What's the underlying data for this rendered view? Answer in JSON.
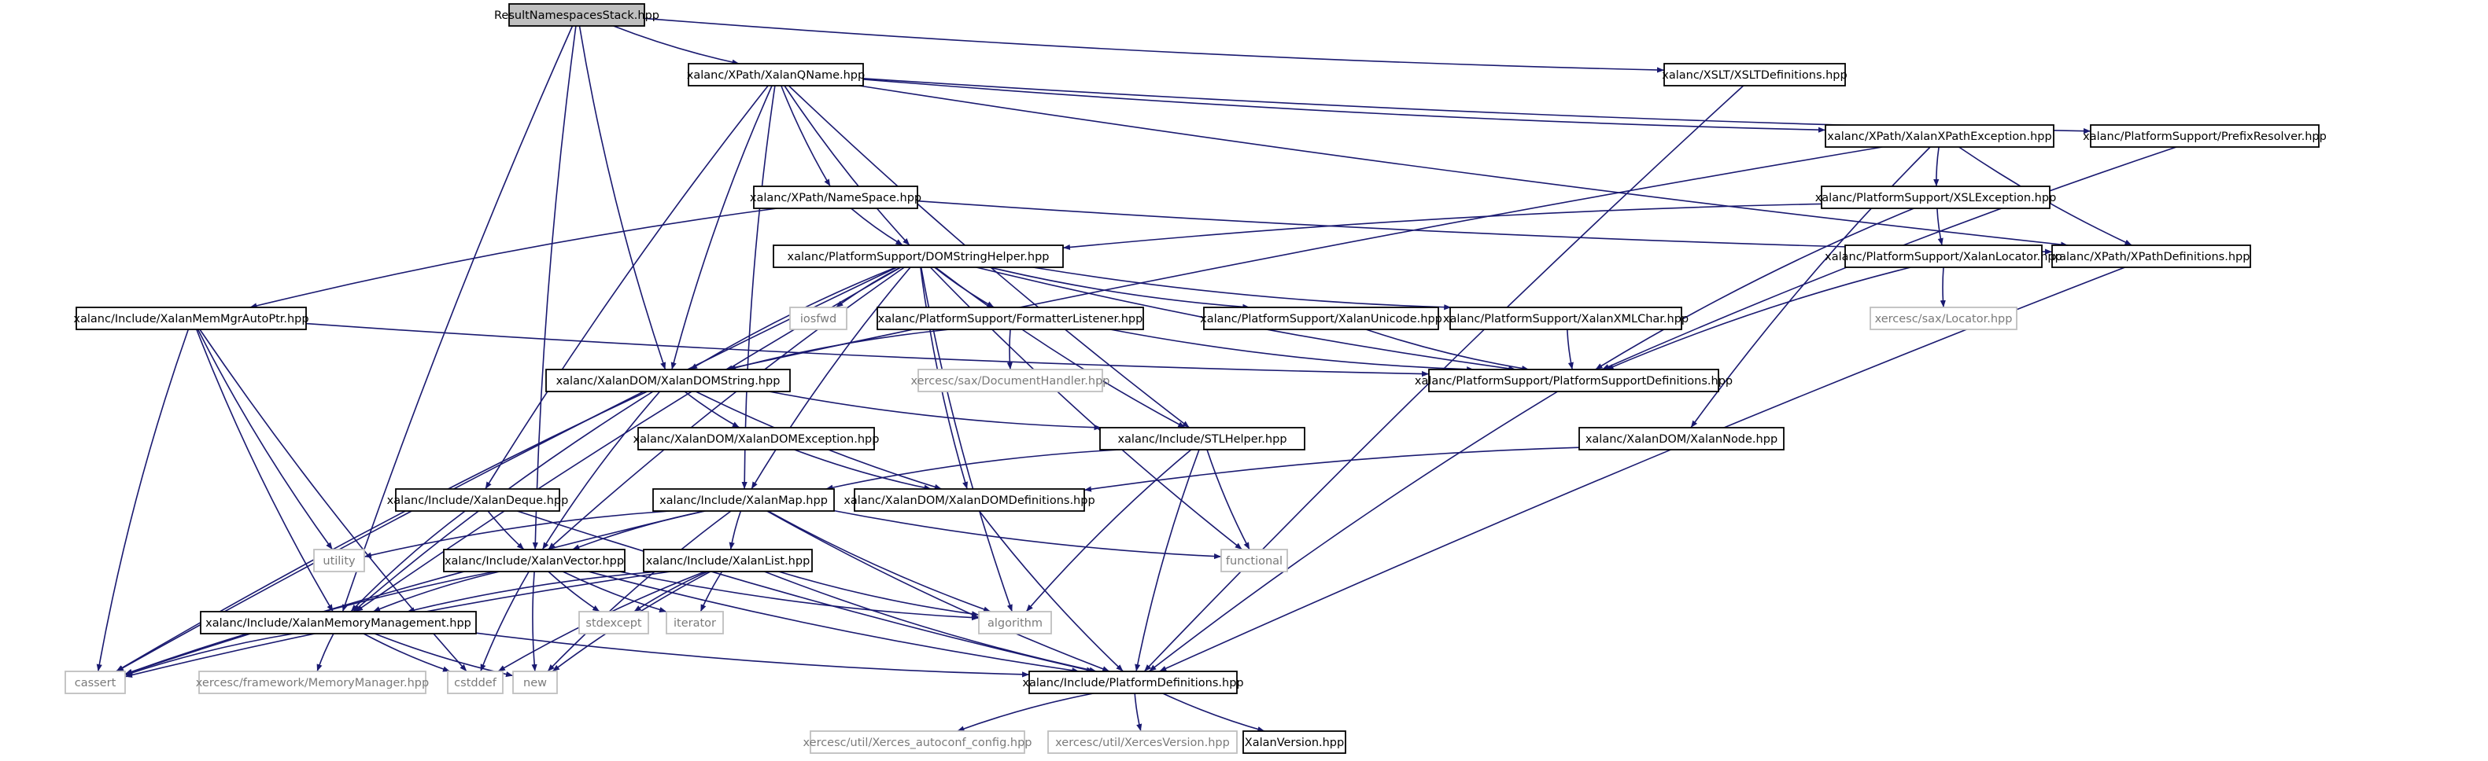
{
  "colors": {
    "edge": "#191970",
    "root_fill": "#bfbfbf",
    "node_border": "#000000",
    "system_border": "#bfbfbf",
    "system_text": "#7a7a7a"
  },
  "nodes": {
    "root": {
      "label": "ResultNamespacesStack.hpp",
      "kind": "root"
    },
    "qname": {
      "label": "xalanc/XPath/XalanQName.hpp",
      "kind": "local"
    },
    "xsltdefs": {
      "label": "xalanc/XSLT/XSLTDefinitions.hpp",
      "kind": "local"
    },
    "xpathexc": {
      "label": "xalanc/XPath/XalanXPathException.hpp",
      "kind": "local"
    },
    "prefixres": {
      "label": "xalanc/PlatformSupport/PrefixResolver.hpp",
      "kind": "local"
    },
    "namespace": {
      "label": "xalanc/XPath/NameSpace.hpp",
      "kind": "local"
    },
    "xslexc": {
      "label": "xalanc/PlatformSupport/XSLException.hpp",
      "kind": "local"
    },
    "domstrhelp": {
      "label": "xalanc/PlatformSupport/DOMStringHelper.hpp",
      "kind": "local"
    },
    "xpathdefs": {
      "label": "xalanc/XPath/XPathDefinitions.hpp",
      "kind": "local"
    },
    "locator": {
      "label": "xalanc/PlatformSupport/XalanLocator.hpp",
      "kind": "local"
    },
    "memauto": {
      "label": "xalanc/Include/XalanMemMgrAutoPtr.hpp",
      "kind": "local"
    },
    "iosfwd": {
      "label": "iosfwd",
      "kind": "system"
    },
    "fmtlist": {
      "label": "xalanc/PlatformSupport/FormatterListener.hpp",
      "kind": "local"
    },
    "unicode": {
      "label": "xalanc/PlatformSupport/XalanUnicode.hpp",
      "kind": "local"
    },
    "xmlchar": {
      "label": "xalanc/PlatformSupport/XalanXMLChar.hpp",
      "kind": "local"
    },
    "saxlocator": {
      "label": "xercesc/sax/Locator.hpp",
      "kind": "system"
    },
    "domstring": {
      "label": "xalanc/XalanDOM/XalanDOMString.hpp",
      "kind": "local"
    },
    "saxdoc": {
      "label": "xercesc/sax/DocumentHandler.hpp",
      "kind": "system"
    },
    "psdefs": {
      "label": "xalanc/PlatformSupport/PlatformSupportDefinitions.hpp",
      "kind": "local"
    },
    "domexc": {
      "label": "xalanc/XalanDOM/XalanDOMException.hpp",
      "kind": "local"
    },
    "stlhelper": {
      "label": "xalanc/Include/STLHelper.hpp",
      "kind": "local"
    },
    "xalannode": {
      "label": "xalanc/XalanDOM/XalanNode.hpp",
      "kind": "local"
    },
    "deque": {
      "label": "xalanc/Include/XalanDeque.hpp",
      "kind": "local"
    },
    "map": {
      "label": "xalanc/Include/XalanMap.hpp",
      "kind": "local"
    },
    "domdefs": {
      "label": "xalanc/XalanDOM/XalanDOMDefinitions.hpp",
      "kind": "local"
    },
    "utility": {
      "label": "utility",
      "kind": "system"
    },
    "vector": {
      "label": "xalanc/Include/XalanVector.hpp",
      "kind": "local"
    },
    "list": {
      "label": "xalanc/Include/XalanList.hpp",
      "kind": "local"
    },
    "functional": {
      "label": "functional",
      "kind": "system"
    },
    "memmgmt": {
      "label": "xalanc/Include/XalanMemoryManagement.hpp",
      "kind": "local"
    },
    "stdexcept": {
      "label": "stdexcept",
      "kind": "system"
    },
    "iterator": {
      "label": "iterator",
      "kind": "system"
    },
    "algorithm": {
      "label": "algorithm",
      "kind": "system"
    },
    "cassert": {
      "label": "cassert",
      "kind": "system"
    },
    "memmgr": {
      "label": "xercesc/framework/MemoryManager.hpp",
      "kind": "system"
    },
    "cstddef": {
      "label": "cstddef",
      "kind": "system"
    },
    "new": {
      "label": "new",
      "kind": "system"
    },
    "platdefs": {
      "label": "xalanc/Include/PlatformDefinitions.hpp",
      "kind": "local"
    },
    "autoconf": {
      "label": "xercesc/util/Xerces_autoconf_config.hpp",
      "kind": "system"
    },
    "xercesver": {
      "label": "xercesc/util/XercesVersion.hpp",
      "kind": "system"
    },
    "xalanver": {
      "label": "XalanVersion.hpp",
      "kind": "local"
    }
  },
  "edges": [
    [
      "root",
      "qname"
    ],
    [
      "root",
      "xsltdefs"
    ],
    [
      "root",
      "domstring"
    ],
    [
      "root",
      "vector"
    ],
    [
      "root",
      "memmgmt"
    ],
    [
      "qname",
      "xpathexc"
    ],
    [
      "qname",
      "prefixres"
    ],
    [
      "qname",
      "namespace"
    ],
    [
      "qname",
      "domstrhelp"
    ],
    [
      "qname",
      "xpathdefs"
    ],
    [
      "qname",
      "domstring"
    ],
    [
      "qname",
      "deque"
    ],
    [
      "qname",
      "map"
    ],
    [
      "qname",
      "stlhelper"
    ],
    [
      "xsltdefs",
      "platdefs"
    ],
    [
      "xpathexc",
      "xslexc"
    ],
    [
      "xpathexc",
      "xpathdefs"
    ],
    [
      "xpathexc",
      "domstring"
    ],
    [
      "xpathexc",
      "xalannode"
    ],
    [
      "prefixres",
      "psdefs"
    ],
    [
      "namespace",
      "domstrhelp"
    ],
    [
      "namespace",
      "memauto"
    ],
    [
      "namespace",
      "xpathdefs"
    ],
    [
      "xslexc",
      "domstrhelp"
    ],
    [
      "xslexc",
      "locator"
    ],
    [
      "xslexc",
      "psdefs"
    ],
    [
      "domstrhelp",
      "cassert"
    ],
    [
      "domstrhelp",
      "iosfwd"
    ],
    [
      "domstrhelp",
      "fmtlist"
    ],
    [
      "domstrhelp",
      "unicode"
    ],
    [
      "domstrhelp",
      "xmlchar"
    ],
    [
      "domstrhelp",
      "domstring"
    ],
    [
      "domstrhelp",
      "psdefs"
    ],
    [
      "domstrhelp",
      "stlhelper"
    ],
    [
      "domstrhelp",
      "map"
    ],
    [
      "domstrhelp",
      "vector"
    ],
    [
      "domstrhelp",
      "memmgmt"
    ],
    [
      "domstrhelp",
      "functional"
    ],
    [
      "domstrhelp",
      "algorithm"
    ],
    [
      "domstrhelp",
      "domdefs"
    ],
    [
      "xpathdefs",
      "platdefs"
    ],
    [
      "locator",
      "saxlocator"
    ],
    [
      "locator",
      "psdefs"
    ],
    [
      "memauto",
      "psdefs"
    ],
    [
      "memauto",
      "utility"
    ],
    [
      "memauto",
      "memmgmt"
    ],
    [
      "memauto",
      "cassert"
    ],
    [
      "memauto",
      "cstddef"
    ],
    [
      "fmtlist",
      "saxdoc"
    ],
    [
      "fmtlist",
      "domstring"
    ],
    [
      "fmtlist",
      "psdefs"
    ],
    [
      "unicode",
      "psdefs"
    ],
    [
      "xmlchar",
      "psdefs"
    ],
    [
      "domstring",
      "domexc"
    ],
    [
      "domstring",
      "stlhelper"
    ],
    [
      "domstring",
      "vector"
    ],
    [
      "domstring",
      "memmgmt"
    ],
    [
      "domstring",
      "cassert"
    ],
    [
      "domstring",
      "domdefs"
    ],
    [
      "psdefs",
      "platdefs"
    ],
    [
      "domexc",
      "domdefs"
    ],
    [
      "stlhelper",
      "map"
    ],
    [
      "stlhelper",
      "functional"
    ],
    [
      "stlhelper",
      "algorithm"
    ],
    [
      "stlhelper",
      "platdefs"
    ],
    [
      "xalannode",
      "domdefs"
    ],
    [
      "deque",
      "vector"
    ],
    [
      "deque",
      "memmgmt"
    ],
    [
      "deque",
      "platdefs"
    ],
    [
      "map",
      "utility"
    ],
    [
      "map",
      "vector"
    ],
    [
      "map",
      "list"
    ],
    [
      "map",
      "functional"
    ],
    [
      "map",
      "algorithm"
    ],
    [
      "map",
      "cassert"
    ],
    [
      "map",
      "platdefs"
    ],
    [
      "map",
      "new"
    ],
    [
      "domdefs",
      "platdefs"
    ],
    [
      "vector",
      "memmgmt"
    ],
    [
      "vector",
      "cassert"
    ],
    [
      "vector",
      "stdexcept"
    ],
    [
      "vector",
      "iterator"
    ],
    [
      "vector",
      "algorithm"
    ],
    [
      "vector",
      "cstddef"
    ],
    [
      "vector",
      "new"
    ],
    [
      "vector",
      "platdefs"
    ],
    [
      "list",
      "memmgmt"
    ],
    [
      "list",
      "stdexcept"
    ],
    [
      "list",
      "iterator"
    ],
    [
      "list",
      "algorithm"
    ],
    [
      "list",
      "cassert"
    ],
    [
      "list",
      "cstddef"
    ],
    [
      "list",
      "new"
    ],
    [
      "list",
      "platdefs"
    ],
    [
      "memmgmt",
      "cassert"
    ],
    [
      "memmgmt",
      "memmgr"
    ],
    [
      "memmgmt",
      "cstddef"
    ],
    [
      "memmgmt",
      "new"
    ],
    [
      "memmgmt",
      "platdefs"
    ],
    [
      "platdefs",
      "autoconf"
    ],
    [
      "platdefs",
      "xercesver"
    ],
    [
      "platdefs",
      "xalanver"
    ]
  ]
}
